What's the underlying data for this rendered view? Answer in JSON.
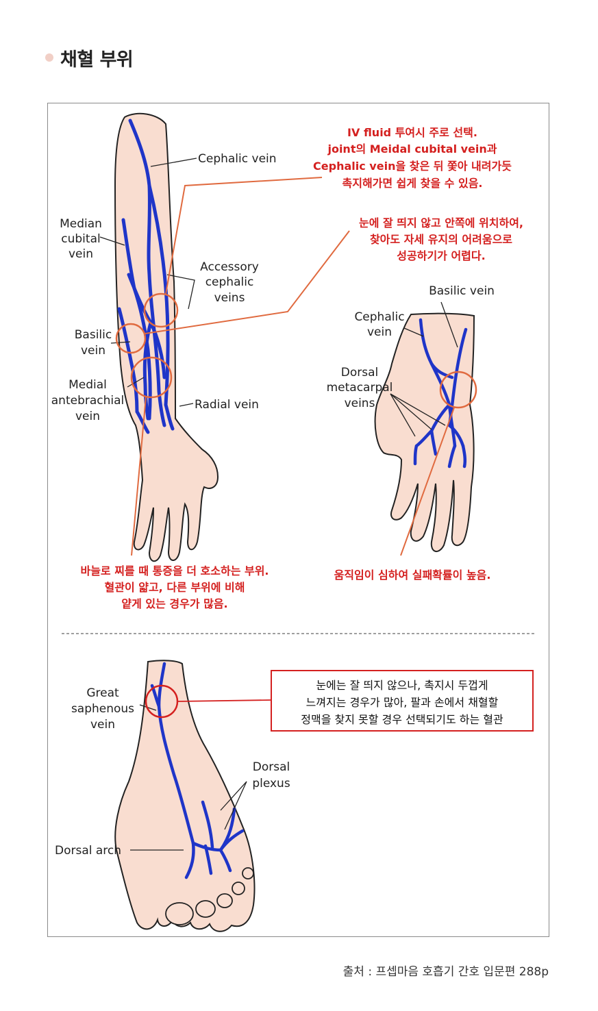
{
  "header": {
    "title": "채혈 부위"
  },
  "arm": {
    "labels": {
      "cephalic": "Cephalic vein",
      "median_cubital": [
        "Median",
        "cubital",
        "vein"
      ],
      "accessory_cephalic": [
        "Accessory",
        "cephalic",
        "veins"
      ],
      "basilic": [
        "Basilic",
        "vein"
      ],
      "medial_antebrachial": [
        "Medial",
        "antebrachial",
        "vein"
      ],
      "radial": "Radial vein"
    },
    "notes": {
      "iv": [
        "IV fluid 투여시 주로 선택.",
        "joint의 Meidal cubital vein과",
        "Cephalic vein을 찾은 뒤 쫓아 내려가듯",
        "촉지해가면 쉽게 찾을 수 있음."
      ],
      "basilic": [
        "눈에 잘 띄지 않고 안쪽에 위치하여,",
        "찾아도 자세 유지의 어려움으로",
        "성공하기가 어렵다."
      ],
      "pain": [
        "바늘로 찌를 때 통증을 더 호소하는 부위.",
        "혈관이 얇고, 다른 부위에 비해",
        "얕게 있는 경우가 많음."
      ]
    }
  },
  "hand": {
    "labels": {
      "basilic": "Basilic vein",
      "cephalic": [
        "Cephalic",
        "vein"
      ],
      "dorsal_metacarpal": [
        "Dorsal",
        "metacarpal",
        "veins"
      ]
    },
    "note": "움직임이 심하여 실패확률이 높음."
  },
  "foot": {
    "labels": {
      "great_saphenous": [
        "Great",
        "saphenous",
        "vein"
      ],
      "dorsal_plexus": [
        "Dorsal",
        "plexus"
      ],
      "dorsal_arch": "Dorsal arch"
    },
    "note": [
      "눈에는 잘 띄지 않으나, 촉지시 두껍게",
      "느껴지는 경우가 많아, 팔과 손에서 채혈할",
      "정맥을 찾지 못할 경우 선택되기도 하는 혈관"
    ]
  },
  "colors": {
    "vein": "#1f35c8",
    "skin": "#f9ddd0",
    "outline": "#222222",
    "highlight": "#e06a3f",
    "note_red": "#d4201f"
  },
  "source": "출처 : 프셉마음 호흡기 간호 입문편 288p"
}
